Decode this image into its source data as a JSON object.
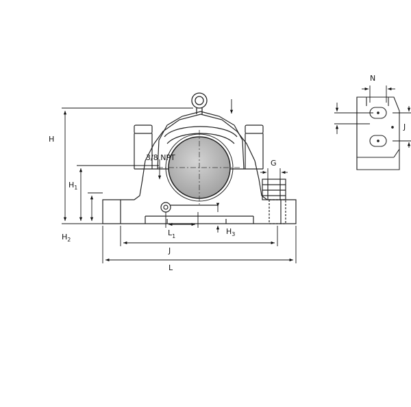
{
  "drawing": {
    "labels": {
      "H": "H",
      "H1_main": "H",
      "H1_sub": "1",
      "H2_main": "H",
      "H2_sub": "2",
      "H3_main": "H",
      "H3_sub": "3",
      "L": "L",
      "L1_main": "L",
      "L1_sub": "1",
      "J": "J",
      "G": "G",
      "N": "N",
      "J_side": "J",
      "npt": "3/8 NPT"
    }
  }
}
